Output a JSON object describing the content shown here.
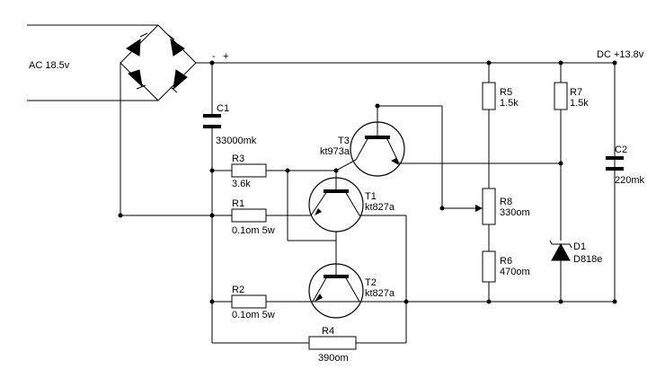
{
  "labels": {
    "ac": "AC 18.5v",
    "dc_minus": "-",
    "dc_plus": "+",
    "dc_out": "DC +13.8v",
    "c1_name": "C1",
    "c1_value": "33000mk",
    "c2_name": "C2",
    "c2_value": "220mk",
    "r1_name": "R1",
    "r1_value": "0.1om 5w",
    "r2_name": "R2",
    "r2_value": "0.1om 5w",
    "r3_name": "R3",
    "r3_value": "3.6k",
    "r4_name": "R4",
    "r4_value": "390om",
    "r5_name": "R5",
    "r5_value": "1.5k",
    "r6_name": "R6",
    "r6_value": "470om",
    "r7_name": "R7",
    "r7_value": "1.5k",
    "r8_name": "R8",
    "r8_value": "330om",
    "t1_name": "T1",
    "t1_value": "kt827a",
    "t2_name": "T2",
    "t2_value": "kt827a",
    "t3_name": "T3",
    "t3_value": "kt973a",
    "d1_name": "D1",
    "d1_value": "D818e"
  }
}
